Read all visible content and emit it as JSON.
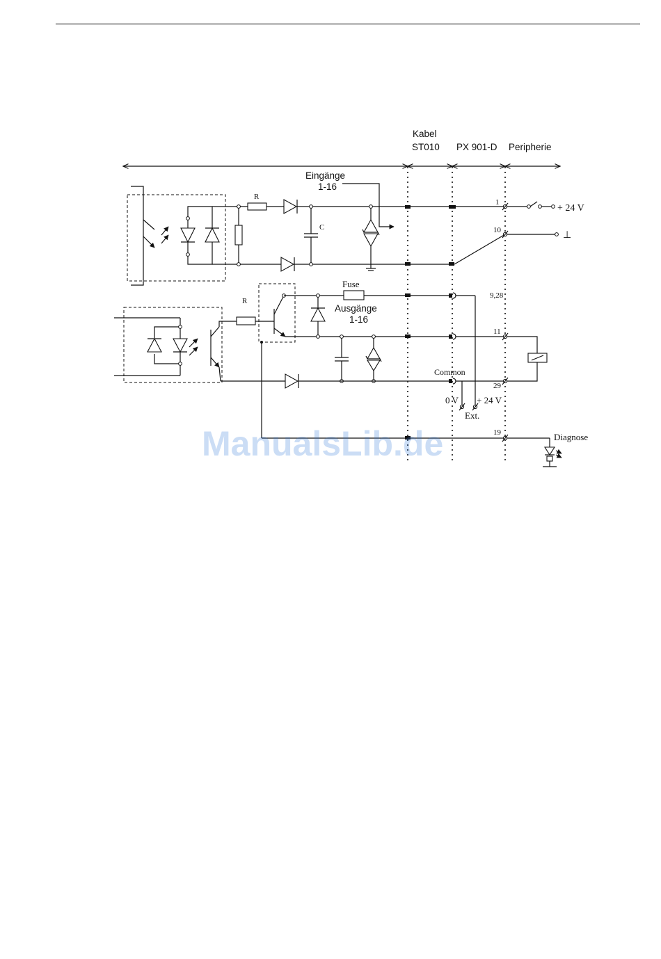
{
  "header": {
    "col_kabel": "Kabel",
    "col_st010": "ST010",
    "col_px": "PX 901-D",
    "col_periph": "Peripherie"
  },
  "inputs": {
    "title": "Eingänge",
    "range": "1-16",
    "resistor": "R",
    "capacitor": "C",
    "pin_1": "1",
    "pin_10": "10",
    "supply": "+ 24 V",
    "ground_sym": "⊥"
  },
  "outputs": {
    "fuse": "Fuse",
    "title": "Ausgänge",
    "range": "1-16",
    "resistor": "R",
    "pin_928": "9,28",
    "pin_11": "11",
    "pin_29": "29",
    "common": "Common",
    "zero_v": "0 V",
    "plus24": "+ 24 V",
    "ext": "Ext."
  },
  "diagnose": {
    "pin_19": "19",
    "label": "Diagnose"
  },
  "watermark": "ManualsLib.de"
}
